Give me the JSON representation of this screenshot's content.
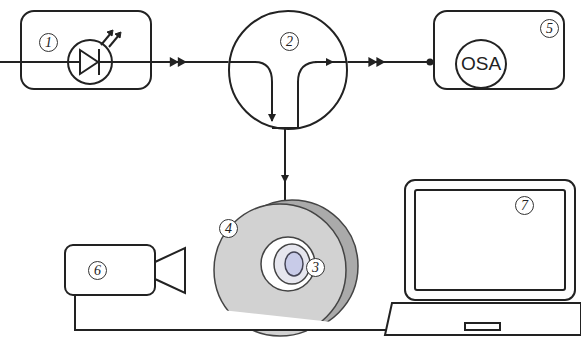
{
  "diagram": {
    "nodes": [
      {
        "text": [
          "1"
        ]
      },
      {
        "text": [
          "2"
        ]
      },
      {
        "text": [
          "5"
        ]
      },
      {
        "text": [
          "OSA"
        ],
        "in": 2
      }
    ],
    "edges": [
      {
        "from": 0,
        "to": 1,
        "arrow": "to"
      },
      {
        "from": 1,
        "to": 2,
        "arrow": "to"
      }
    ],
    "labels": [
      "4",
      "3",
      "6",
      "7"
    ]
  }
}
